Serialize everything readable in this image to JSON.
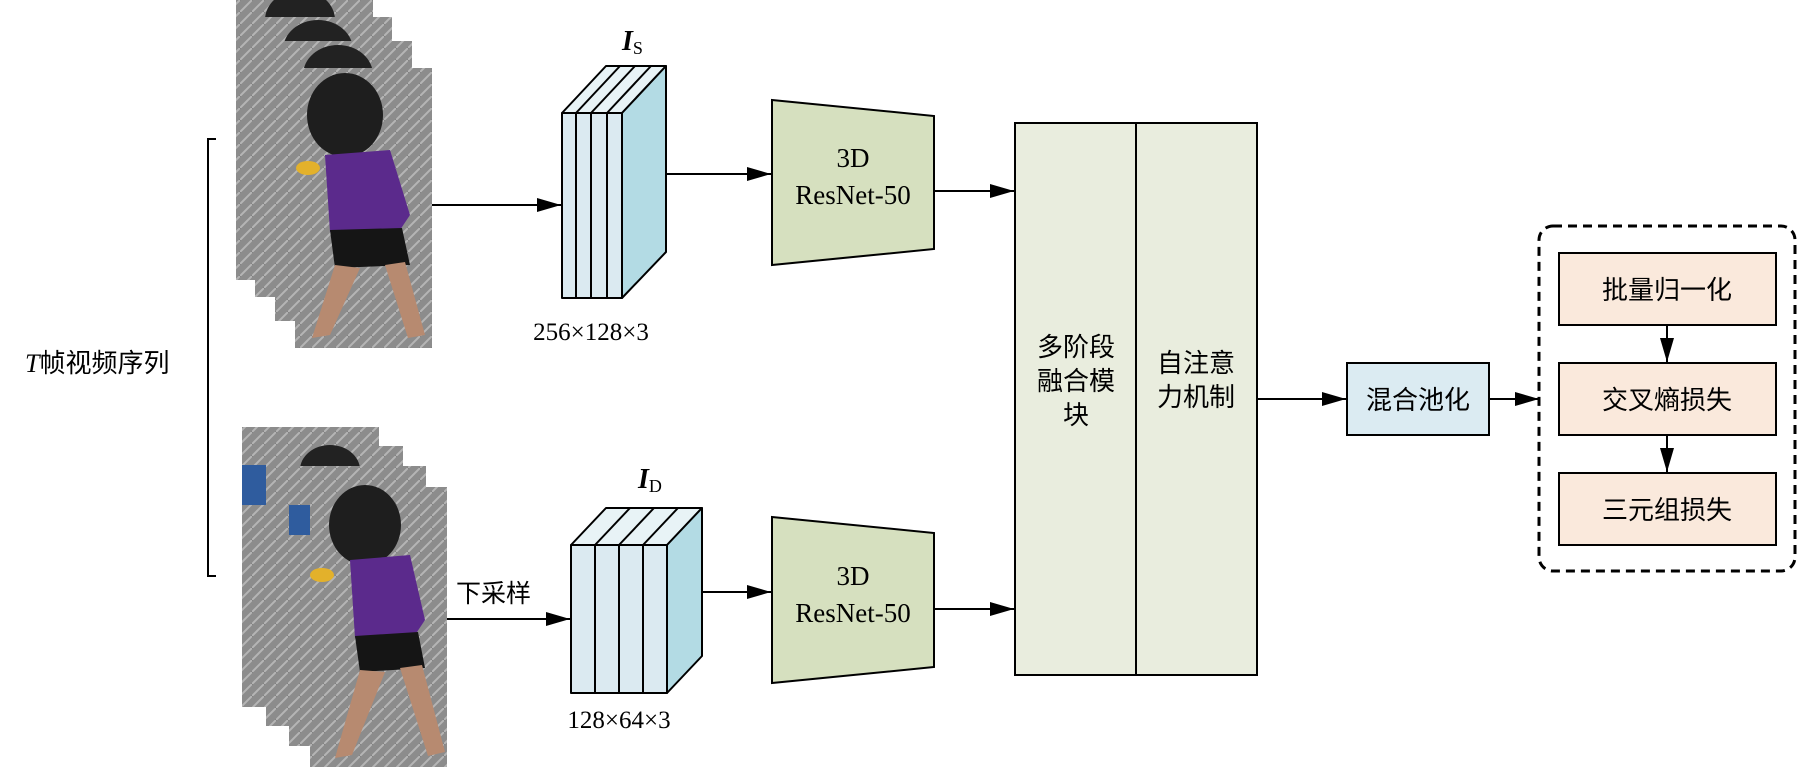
{
  "input": {
    "label_italic": "T",
    "label_rest": "帧视频序列"
  },
  "streams": {
    "spatial": {
      "tensor_symbol": "I",
      "tensor_subscript": "S",
      "size_label": "256×128×3",
      "backbone_line1": "3D",
      "backbone_line2": "ResNet-50"
    },
    "downsampled": {
      "edge_label": "下采样",
      "tensor_symbol": "I",
      "tensor_subscript": "D",
      "size_label": "128×64×3",
      "backbone_line1": "3D",
      "backbone_line2": "ResNet-50"
    }
  },
  "fusion": {
    "left": [
      "多阶段",
      "融合模",
      "块"
    ],
    "right": [
      "自注意",
      "力机制"
    ]
  },
  "pooling": {
    "label": "混合池化"
  },
  "loss_group": {
    "items": [
      "批量归一化",
      "交叉熵损失",
      "三元组损失"
    ]
  },
  "colors": {
    "tensor_front": "#dbeaf1",
    "tensor_side": "#b3dbe4",
    "tensor_top": "#e8f3f6",
    "backbone": "#d6e0bf",
    "fusion": "#e9edde",
    "pooling": "#dbebf2",
    "loss": "#fae9dc"
  }
}
